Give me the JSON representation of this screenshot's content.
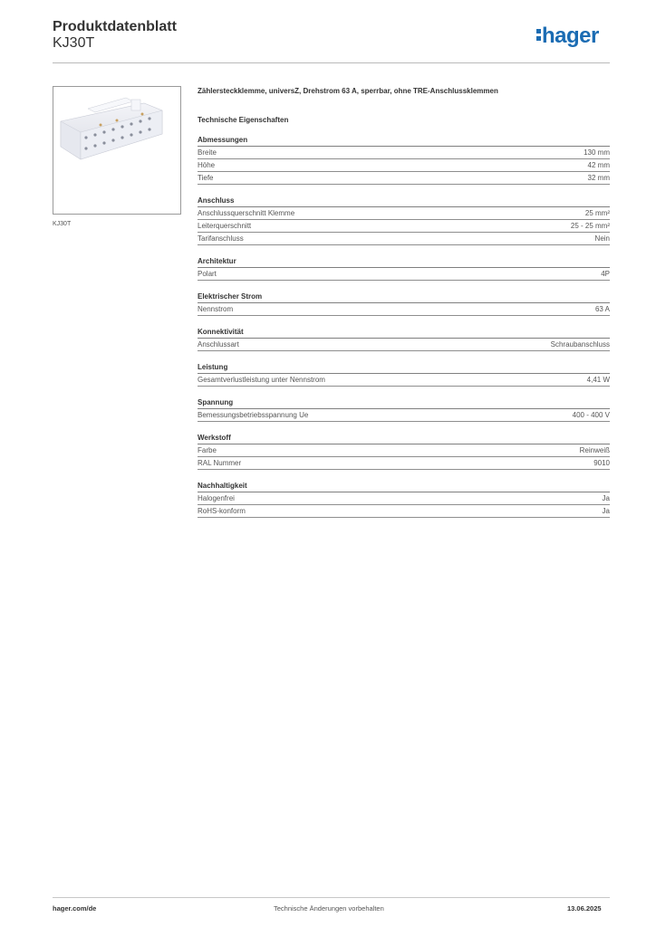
{
  "header": {
    "title": "Produktdatenblatt",
    "code": "KJ30T",
    "logo_text": "hager"
  },
  "product": {
    "image_caption": "KJ30T",
    "description": "Zählersteckklemme, universZ, Drehstrom 63 A, sperrbar, ohne TRE-Anschlussklemmen",
    "tech_heading": "Technische Eigenschaften"
  },
  "sections": [
    {
      "title": "Abmessungen",
      "rows": [
        {
          "label": "Breite",
          "value": "130 mm"
        },
        {
          "label": "Höhe",
          "value": "42 mm"
        },
        {
          "label": "Tiefe",
          "value": "32 mm"
        }
      ]
    },
    {
      "title": "Anschluss",
      "rows": [
        {
          "label": "Anschlussquerschnitt Klemme",
          "value": "25 mm²"
        },
        {
          "label": "Leiterquerschnitt",
          "value": "25 - 25 mm²"
        },
        {
          "label": "Tarifanschluss",
          "value": "Nein"
        }
      ]
    },
    {
      "title": "Architektur",
      "rows": [
        {
          "label": "Polart",
          "value": "4P"
        }
      ]
    },
    {
      "title": "Elektrischer Strom",
      "rows": [
        {
          "label": "Nennstrom",
          "value": "63 A"
        }
      ]
    },
    {
      "title": "Konnektivität",
      "rows": [
        {
          "label": "Anschlussart",
          "value": "Schraubanschluss"
        }
      ]
    },
    {
      "title": "Leistung",
      "rows": [
        {
          "label": "Gesamtverlustleistung unter Nennstrom",
          "value": "4,41 W"
        }
      ]
    },
    {
      "title": "Spannung",
      "rows": [
        {
          "label": "Bemessungsbetriebsspannung Ue",
          "value": "400 - 400 V"
        }
      ]
    },
    {
      "title": "Werkstoff",
      "rows": [
        {
          "label": "Farbe",
          "value": "Reinweiß"
        },
        {
          "label": "RAL Nummer",
          "value": "9010"
        }
      ]
    },
    {
      "title": "Nachhaltigkeit",
      "rows": [
        {
          "label": "Halogenfrei",
          "value": "Ja"
        },
        {
          "label": "RoHS-konform",
          "value": "Ja"
        }
      ]
    }
  ],
  "footer": {
    "website": "hager.com/de",
    "notice": "Technische Änderungen vorbehalten",
    "date": "13.06.2025"
  },
  "colors": {
    "brand": "#1b6cb3"
  }
}
